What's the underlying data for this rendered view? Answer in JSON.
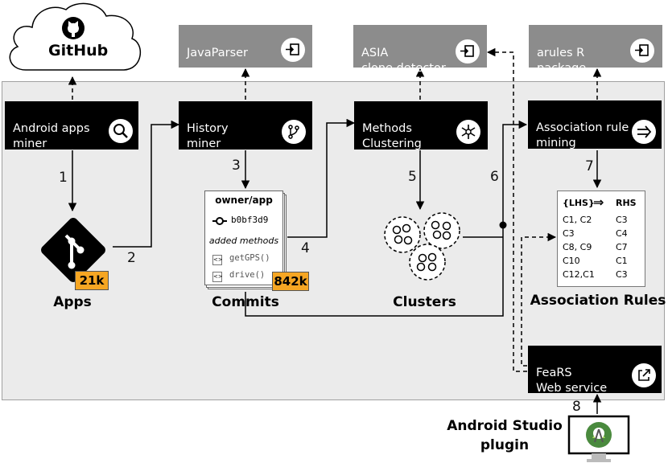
{
  "github": {
    "label": "GitHub",
    "icon": "github-octocat-icon"
  },
  "external_tools": [
    {
      "label": "JavaParser",
      "icon": "import-icon"
    },
    {
      "label": "ASIA\nclone detector",
      "icon": "import-icon"
    },
    {
      "label": "arules R\npackage",
      "icon": "import-icon"
    }
  ],
  "process_steps": [
    {
      "label": "Android apps\nminer",
      "icon": "magnifier-icon"
    },
    {
      "label": "History\nminer",
      "icon": "git-branch-icon"
    },
    {
      "label": "Methods\nClustering",
      "icon": "cluster-icon"
    },
    {
      "label": "Association rule\nmining",
      "icon": "arrow-right-icon"
    }
  ],
  "web_service": {
    "label": "FeaRS\nWeb service",
    "icon": "external-link-icon"
  },
  "step_numbers": [
    "1",
    "2",
    "3",
    "4",
    "5",
    "6",
    "7",
    "8"
  ],
  "apps": {
    "caption": "Apps",
    "count": "21k"
  },
  "commits": {
    "caption": "Commits",
    "count": "842k",
    "owner": "owner/app",
    "hash": "b0bf3d9",
    "added_label": "added methods",
    "methods": [
      "getGPS()",
      "drive()"
    ]
  },
  "clusters": {
    "caption": "Clusters"
  },
  "association_rules": {
    "caption": "Association Rules",
    "lhs_header": "{LHS}",
    "arrow": "⇒",
    "rhs_header": "RHS",
    "rows": [
      {
        "lhs": "C1, C2",
        "rhs": "C3"
      },
      {
        "lhs": "C3",
        "rhs": "C4"
      },
      {
        "lhs": "C8, C9",
        "rhs": "C7"
      },
      {
        "lhs": "C10",
        "rhs": "C1"
      },
      {
        "lhs": "C12,C1",
        "rhs": "C3"
      }
    ]
  },
  "plugin": {
    "caption": "Android Studio\nplugin",
    "icon": "android-studio-monitor-icon"
  }
}
